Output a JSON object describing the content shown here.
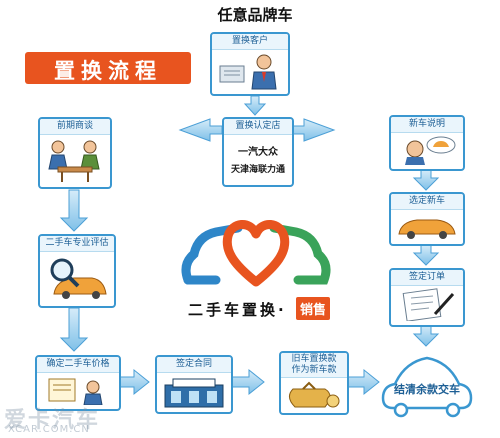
{
  "top_title": "任意品牌车",
  "banner": {
    "text": "置换流程",
    "color": "#e8541f"
  },
  "center_box": {
    "title": "置换认定店",
    "dealers": [
      "一汽大众",
      "天津海联力通"
    ]
  },
  "steps": {
    "customer": "置换客户",
    "negotiation": "前期商谈",
    "evaluation": "二手车专业评估",
    "price": "确定二手车价格",
    "contract": "签定合同",
    "payment_line1": "旧车置换款",
    "payment_line2": "作为新车款",
    "new_car_intro": "新车说明",
    "choose_car": "选定新车",
    "order": "签定订单",
    "final": "结清余款交车"
  },
  "logo": {
    "text": "二手车置换·",
    "tag": "销售",
    "heart_color": "#e8541f",
    "car_left_color": "#2e86c8",
    "car_right_color": "#3aa35a"
  },
  "watermark": {
    "cn": "爱卡汽车",
    "en": "XCAR.COM.CN"
  },
  "colors": {
    "box_border": "#3a97d0",
    "arrow": "#5aa9dd"
  }
}
